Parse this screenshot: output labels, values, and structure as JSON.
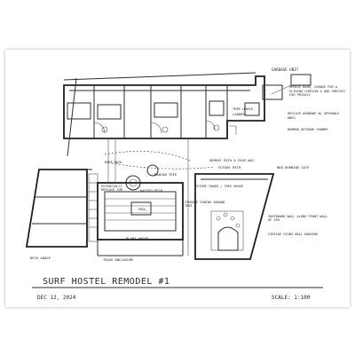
{
  "drawing": {
    "title": "SURF HOSTEL REMODEL #1",
    "date": "DEC 12, 2024",
    "scale": "SCALE: 1:100"
  },
  "annotations": {
    "garbage": "GARBAGE UNIT",
    "remove_door": "REMOVE DOOR, CHANGE FOR A SLIDING CURTAIN & ADD SHELVES FOR PRIVACY",
    "replace_windows": "REPLACE WINDOWS W/ OPERABLE ONES",
    "bamboo_shower": "BAMBOO OUTDOOR SHOWER",
    "tree_house": "TREE HOUSE",
    "ladder": "LADDER",
    "remove_path": "REMOVE PATH & PAVE WAY",
    "future_path": "FUTURE PATH",
    "bbq_gate": "BBQ BURNING GATE",
    "banyan_tree": "BANYAN TREE",
    "potentially_replace": "POTENTIALLY REPLACE TUB",
    "raised_deck": "RAISED DECK",
    "future_tower": "FUTURE TOWER / TREE HOUSE",
    "storage": "STORAGE CABINS AROUND TREE",
    "surfboard": "SURFBOARD WALL ALONG FRONT WALL OF SPA",
    "vintage_sign": "VINTAGE SIGNS WALL HANGING",
    "plant_above": "PLANT ABOVE",
    "deck_above": "DECK ABOVE",
    "trash": "TRASH ENCLOSURE",
    "pool": "POOL",
    "bike": "BIKE RACK"
  }
}
